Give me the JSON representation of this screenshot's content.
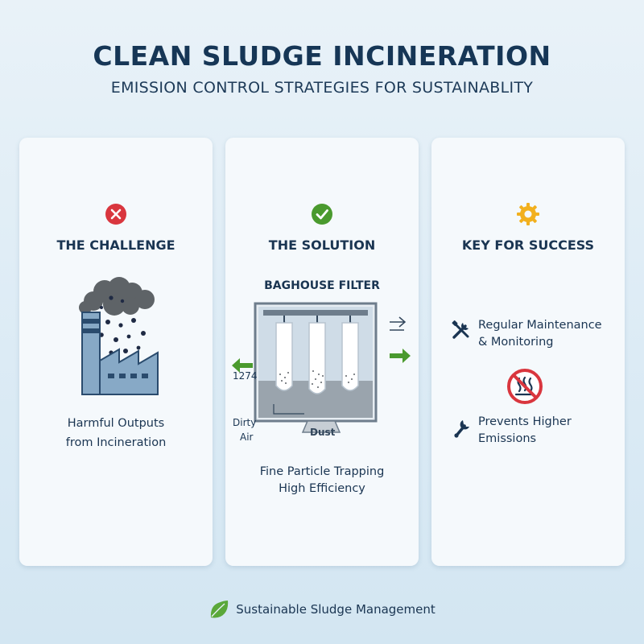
{
  "header": {
    "title": "CLEAN SLUDGE INCINERATION",
    "subtitle": "EMISSION CONTROL STRATEGIES FOR SUSTAINABLITY"
  },
  "challenge": {
    "status_icon": "x-circle-icon",
    "title": "THE CHALLENGE",
    "illustration": "factory-smoke-icon",
    "caption_line1": "Harmful Outputs",
    "caption_line2": "from Incineration"
  },
  "solution": {
    "status_icon": "check-circle-icon",
    "title": "THE SOLUTION",
    "diagram_title": "BAGHOUSE FILTER",
    "number_label": "1274",
    "dirty_air_line1": "Dirty",
    "dirty_air_line2": "Air",
    "dust_label": "Dust",
    "caption_line1": "Fine Particle Trapping",
    "caption_line2": "High Efficiency"
  },
  "success": {
    "status_icon": "gear-icon",
    "title": "KEY FOR SUCCESS",
    "items": [
      {
        "icon": "wrench-screwdriver-icon",
        "line1": "Regular Maintenance",
        "line2": "& Monitoring"
      },
      {
        "icon": "no-emissions-icon",
        "line1": "",
        "line2": ""
      },
      {
        "icon": "wrench-icon",
        "line1": "Prevents Higher",
        "line2": "Emissions"
      }
    ]
  },
  "footer": {
    "icon": "leaf-icon",
    "text": "Sustainable Sludge Management"
  },
  "colors": {
    "navy": "#163656",
    "red": "#d9363e",
    "green": "#4a9a2e",
    "gold": "#f2b01e",
    "leaf": "#5aa83a"
  }
}
